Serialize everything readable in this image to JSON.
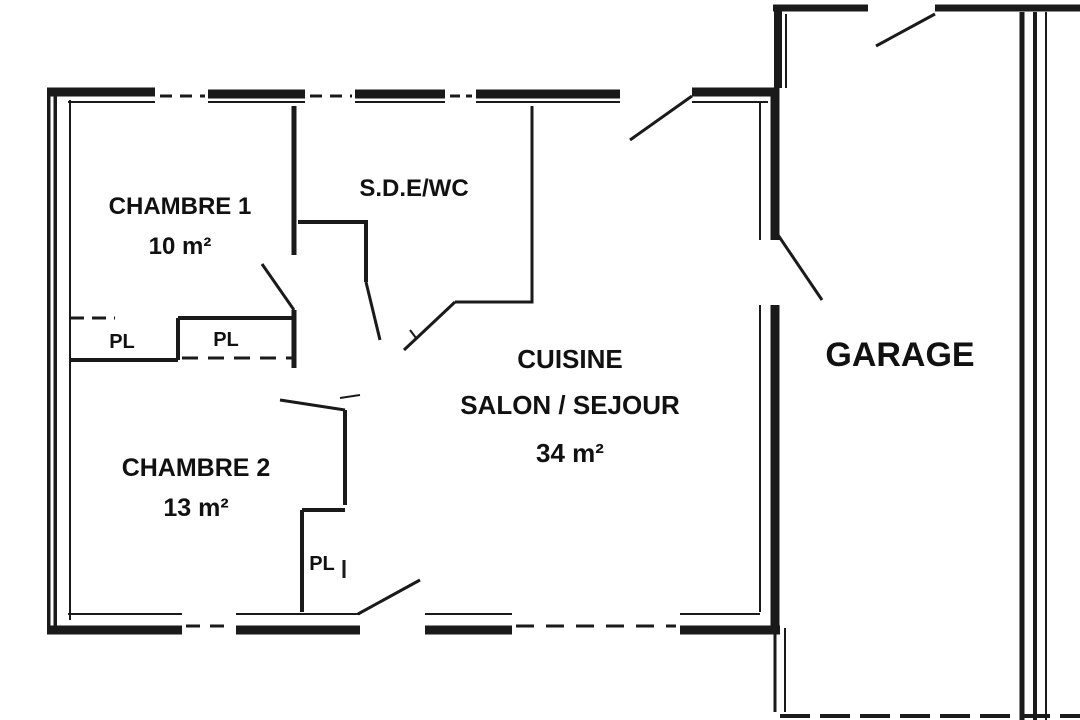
{
  "colors": {
    "wall": "#1a1a1a",
    "wall_inner": "#ffffff",
    "background": "#ffffff"
  },
  "rooms": {
    "chambre1": {
      "name": "CHAMBRE 1",
      "area": "10 m²"
    },
    "sde": {
      "name": "S.D.E/WC"
    },
    "chambre2": {
      "name": "CHAMBRE 2",
      "area": "13 m²"
    },
    "cuisine": {
      "line1": "CUISINE",
      "line2": "SALON / SEJOUR",
      "area": "34 m²"
    },
    "garage": {
      "name": "GARAGE"
    }
  },
  "closets": {
    "pl1": "PL",
    "pl2": "PL",
    "pl3": "PL"
  }
}
